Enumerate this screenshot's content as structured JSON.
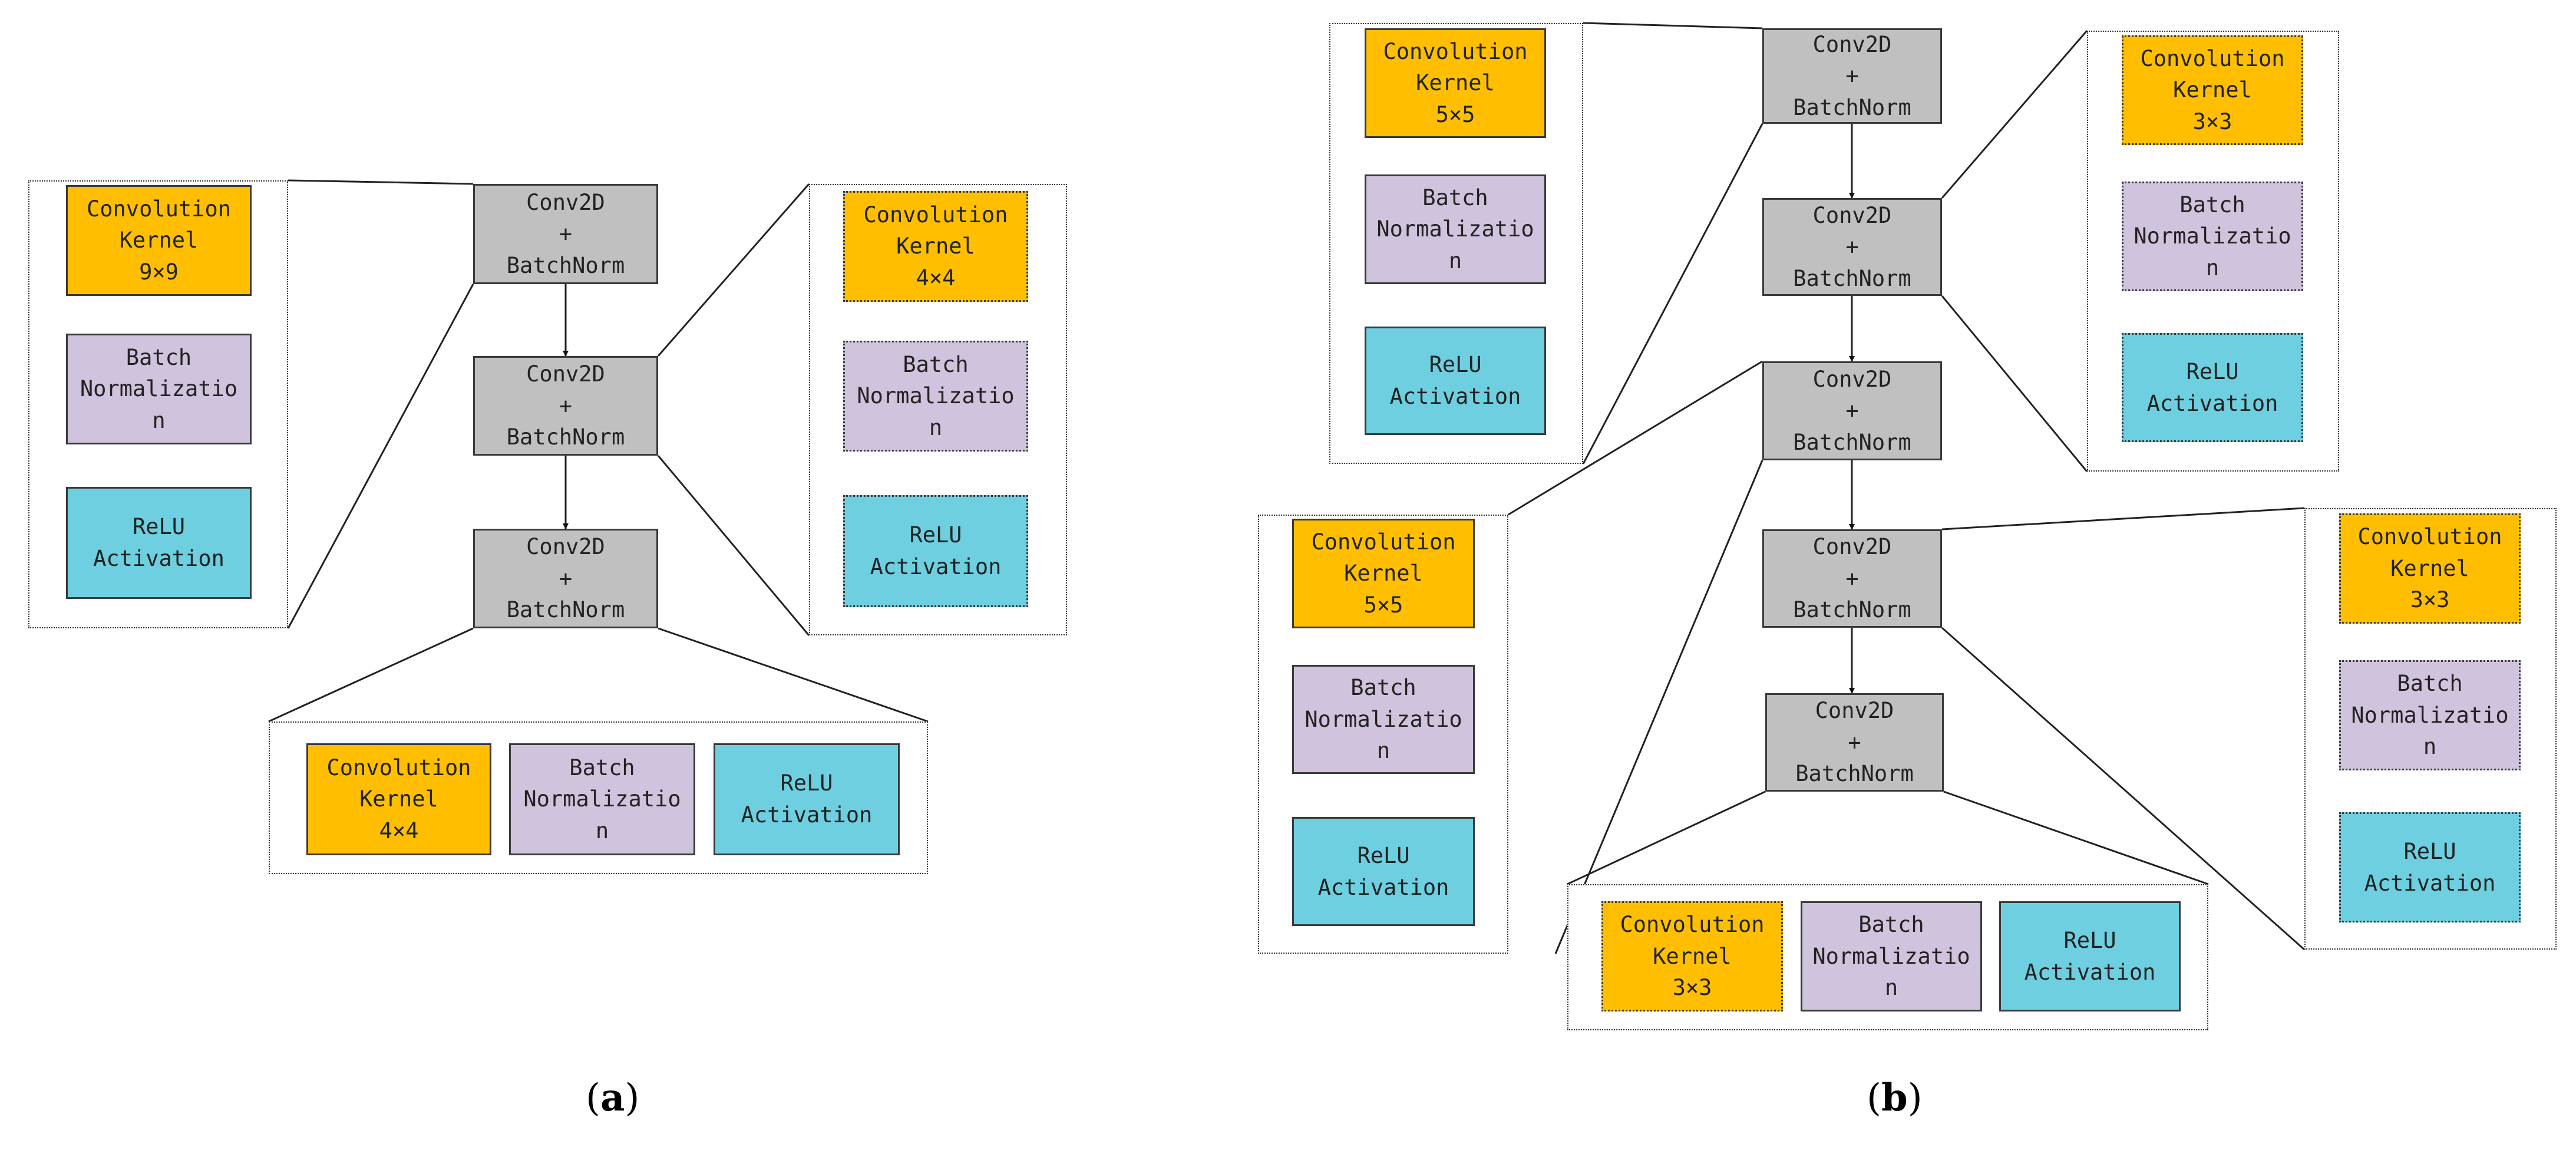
{
  "node_text": {
    "conv2d": "Conv2D\n+\nBatchNorm",
    "bn": "Batch\nNormalizatio\nn",
    "relu": "ReLU\nActivation",
    "kernel_9x9": "Convolution\nKernel\n9×9",
    "kernel_5x5": "Convolution\nKernel\n5×5",
    "kernel_4x4": "Convolution\nKernel\n4×4",
    "kernel_3x3": "Convolution\nKernel\n3×3"
  },
  "panels": {
    "a": {
      "open": "(",
      "letter": "a",
      "close": ")"
    },
    "b": {
      "open": "(",
      "letter": "b",
      "close": ")"
    }
  },
  "colors": {
    "conv2d": "#c0c0c0",
    "kernel": "#ffbf00",
    "batch_norm": "#d0c3dd",
    "relu": "#6dcfdf"
  }
}
